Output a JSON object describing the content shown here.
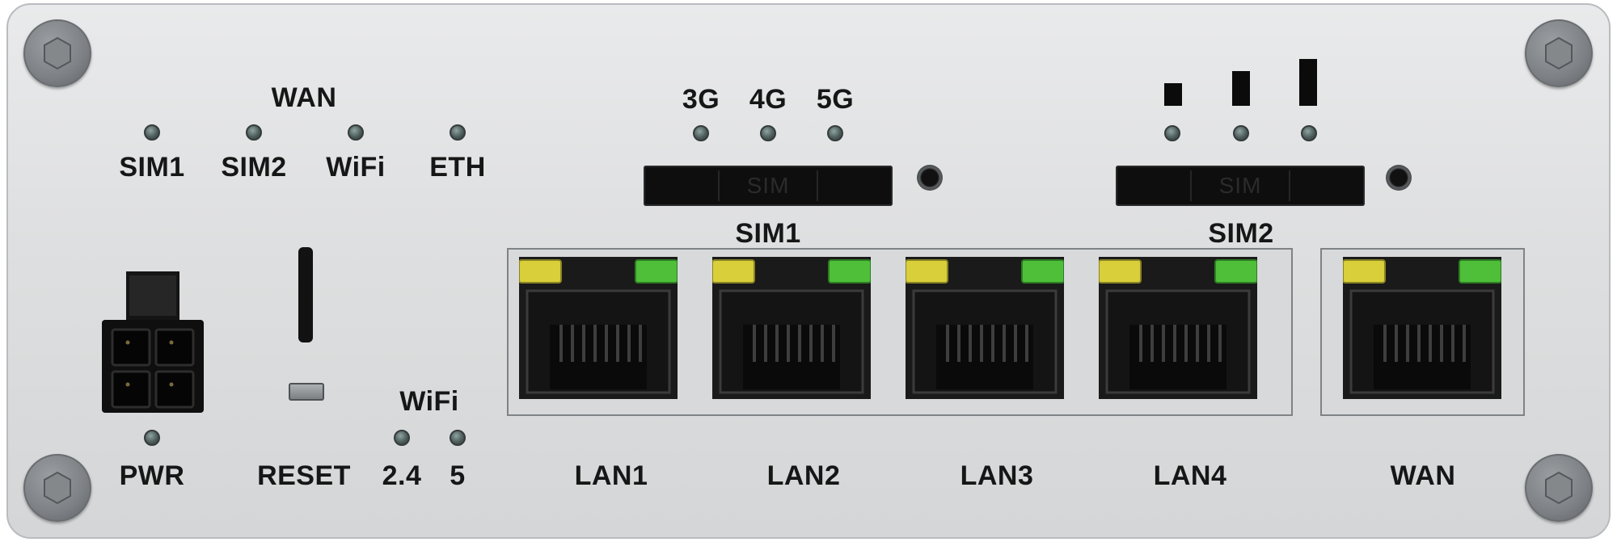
{
  "device": {
    "top_labels": {
      "wan": "WAN",
      "sim1": "SIM1",
      "sim2": "SIM2",
      "wifi": "WiFi",
      "eth": "ETH",
      "net_3g": "3G",
      "net_4g": "4G",
      "net_5g": "5G"
    },
    "sim_slots": {
      "slot_text": "SIM",
      "sim1_label": "SIM1",
      "sim2_label": "SIM2"
    },
    "bottom_labels": {
      "pwr": "PWR",
      "reset": "RESET",
      "wifi": "WiFi",
      "wifi_24": "2.4",
      "wifi_5": "5",
      "lan1": "LAN1",
      "lan2": "LAN2",
      "lan3": "LAN3",
      "lan4": "LAN4",
      "wan": "WAN"
    },
    "colors": {
      "chassis": "#dedfe0",
      "led_yellow": "#d8cf3a",
      "led_green": "#4fbf3a",
      "port_black": "#161616"
    }
  }
}
